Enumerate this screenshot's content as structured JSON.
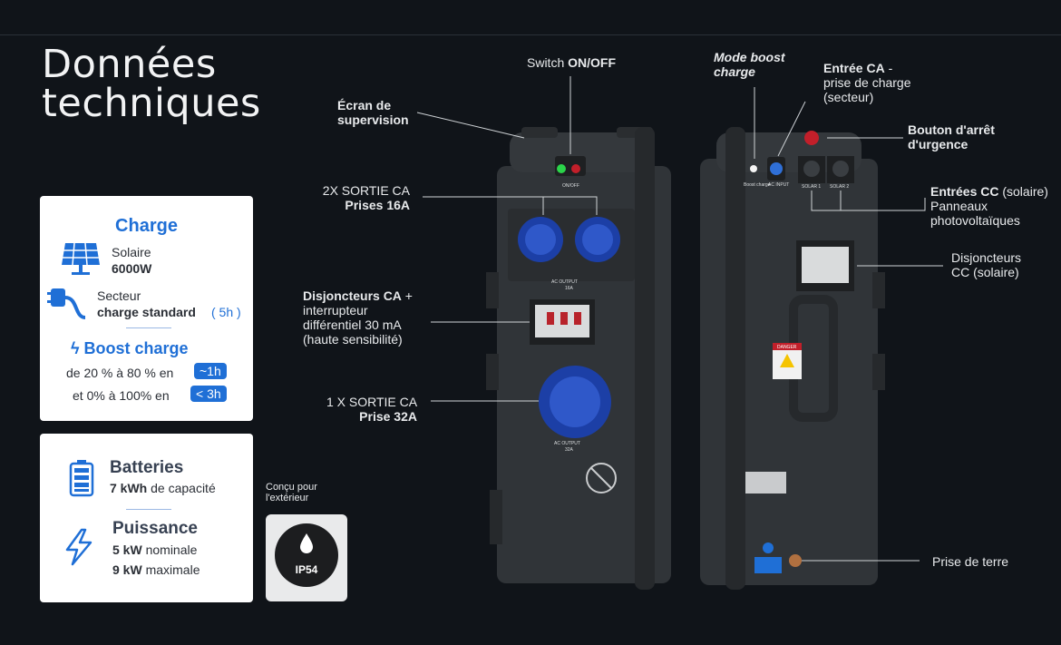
{
  "title": {
    "line1": "Données",
    "line2": "techniques"
  },
  "charge_card": {
    "heading": "Charge",
    "solar_label": "Solaire",
    "solar_value": "6000W",
    "mains_label": "Secteur",
    "mains_value": "charge standard",
    "mains_time": "( 5h )",
    "boost_heading": "Boost charge",
    "boost_row1_text": "de 20 % à 80 % en",
    "boost_row1_time": "~1h",
    "boost_row2_text": "et 0% à 100% en",
    "boost_row2_time": "< 3h"
  },
  "battery_card": {
    "batteries_heading": "Batteries",
    "batteries_value": "7 kWh",
    "batteries_suffix": "de capacité",
    "power_heading": "Puissance",
    "power_nominal_value": "5 kW",
    "power_nominal_suffix": "nominale",
    "power_max_value": "9 kW",
    "power_max_suffix": "maximale"
  },
  "outdoor": {
    "line1": "Conçu pour",
    "line2": "l'extérieur",
    "badge": "IP54"
  },
  "labels": {
    "switch_prefix": "Switch ",
    "switch_bold": "ON/OFF",
    "screen_line1": "Écran de",
    "screen_line2": "supervision",
    "out16_line1": "2X SORTIE CA",
    "out16_line2": "Prises 16A",
    "breakers_bold": "Disjoncteurs CA",
    "breakers_plus": " +",
    "breakers_line2": "interrupteur",
    "breakers_line3": "différentiel 30 mA",
    "breakers_line4": "(haute sensibilité)",
    "out32_line1": "1 X SORTIE CA",
    "out32_line2": "Prise 32A",
    "boost_mode_line1": "Mode boost",
    "boost_mode_line2": "charge",
    "ac_in_bold": "Entrée CA",
    "ac_in_dash": " -",
    "ac_in_line2": "prise de charge",
    "ac_in_line3": "(secteur)",
    "estop_line1": "Bouton d'arrêt",
    "estop_line2": "d'urgence",
    "dc_in_bold": "Entrées CC",
    "dc_in_suffix": " (solaire)",
    "dc_in_line2": "Panneaux",
    "dc_in_line3": "photovoltaïques",
    "dc_breakers_line1": "Disjoncteurs",
    "dc_breakers_line2": "CC (solaire)",
    "ground": "Prise de terre"
  },
  "device_text": {
    "on_off": "ON/OFF",
    "ac_output_16": "AC OUTPUT",
    "ac_output_16_val": "16A",
    "ac_output_32": "AC OUTPUT",
    "ac_output_32_val": "32A",
    "boost_small": "Boost charge",
    "ac_input_small": "AC INPUT",
    "solar1": "SOLAR 1",
    "solar2": "SOLAR 2",
    "danger": "DANGER"
  },
  "colors": {
    "accent": "#1f6fd6",
    "background": "#101419",
    "device": "#2e3236"
  }
}
